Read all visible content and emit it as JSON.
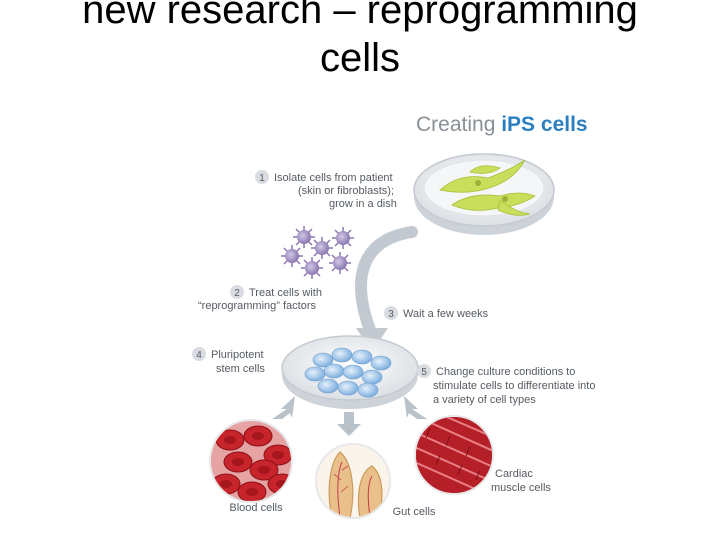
{
  "slide": {
    "title_line1": "new research – reprogramming",
    "title_line2": "cells"
  },
  "figure": {
    "title_light": "Creating ",
    "title_bold": "iPS cells"
  },
  "steps": [
    {
      "number": "1",
      "lines": [
        "Isolate cells from patient",
        "(skin or fibroblasts);",
        "grow in a dish"
      ]
    },
    {
      "number": "2",
      "lines": [
        "Treat cells with",
        "“reprogramming” factors"
      ]
    },
    {
      "number": "3",
      "lines": [
        "Wait a few weeks"
      ]
    },
    {
      "number": "4",
      "lines": [
        "Pluripotent",
        "stem cells"
      ]
    },
    {
      "number": "5",
      "lines": [
        "Change culture conditions to",
        "stimulate cells to differentiate into",
        "a variety of cell types"
      ]
    }
  ],
  "outcomes": {
    "blood": "Blood cells",
    "gut": "Gut cells",
    "cardiac_line1": "Cardiac",
    "cardiac_line2": "muscle cells"
  },
  "colors": {
    "number_badge": "#d9dde2",
    "arrow": "#b9c1c9",
    "fibroblast": "#c9de5a",
    "factor_virus": "#9a88bd",
    "stem_cell": "#9ec3ea",
    "blood": "#c8242b",
    "cardiac": "#b51f28",
    "gut": "#e9c08a"
  }
}
